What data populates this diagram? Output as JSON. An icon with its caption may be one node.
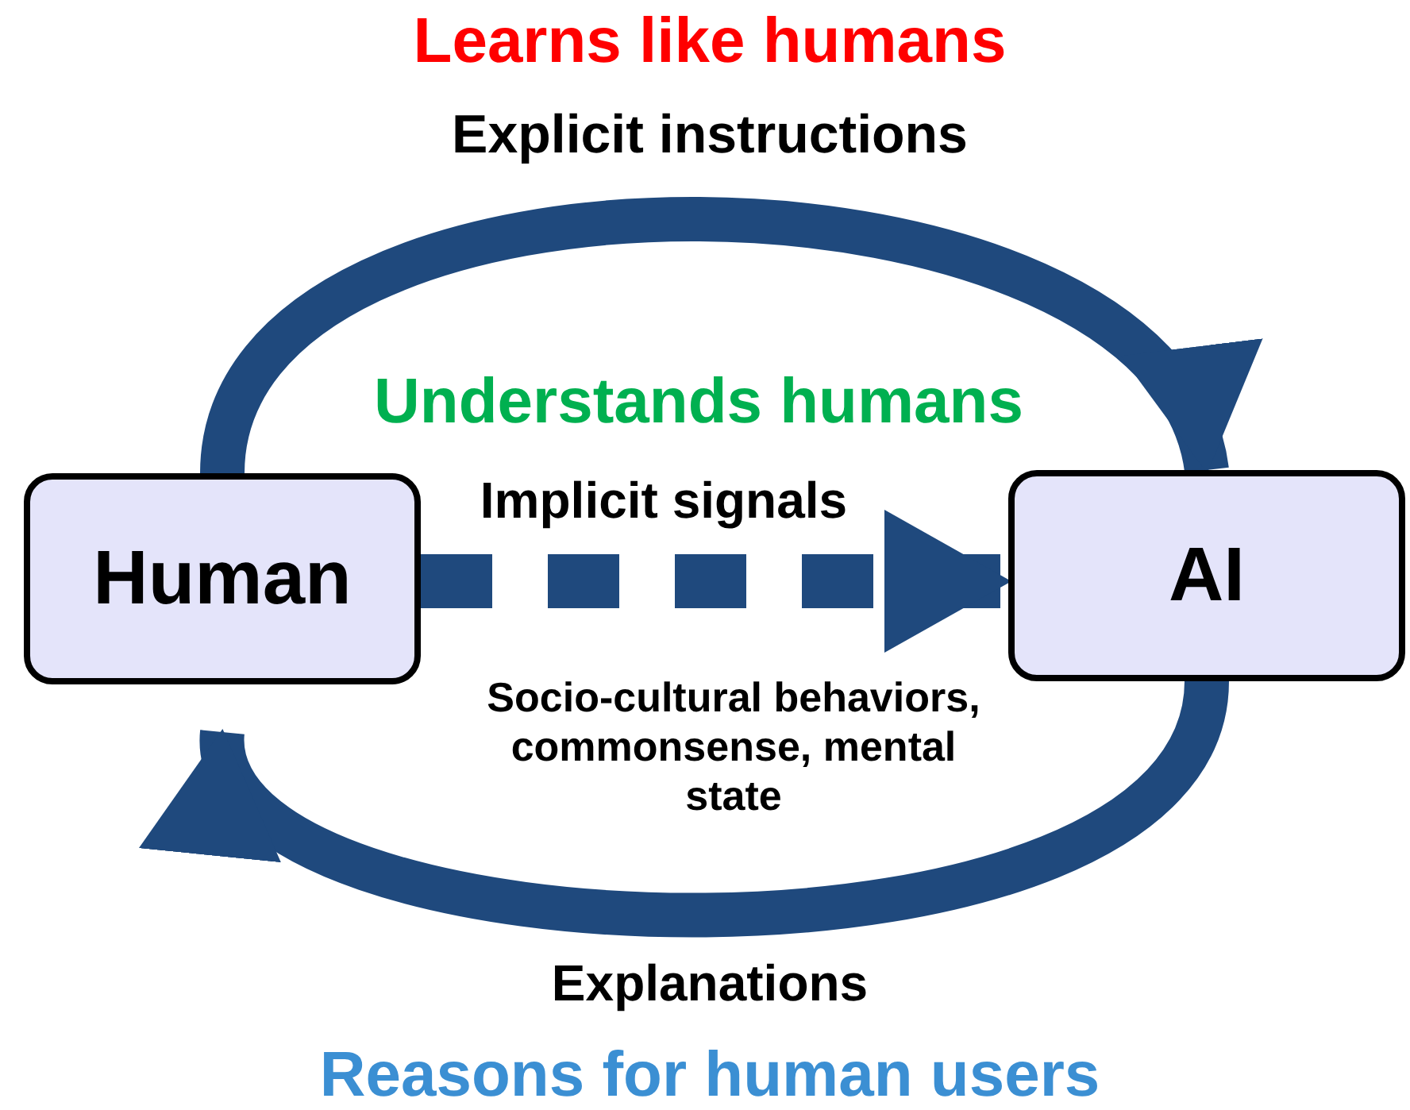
{
  "diagram": {
    "nodes": [
      {
        "text": [
          "Human"
        ]
      },
      {
        "text": [
          "AI"
        ]
      }
    ],
    "edges": [
      {
        "from": 0,
        "to": 1,
        "arrow": "to",
        "label": "Explicit instructions"
      },
      {
        "from": 0,
        "to": 1,
        "arrow": "to",
        "label": "Implicit signals",
        "style": "dashed"
      },
      {
        "from": 1,
        "to": 0,
        "arrow": "to",
        "label": "Explanations"
      }
    ],
    "labels": [
      "Learns like humans",
      "Understands humans",
      "Socio-cultural behaviors, commonsense, mental state",
      "Reasons for human users"
    ]
  }
}
